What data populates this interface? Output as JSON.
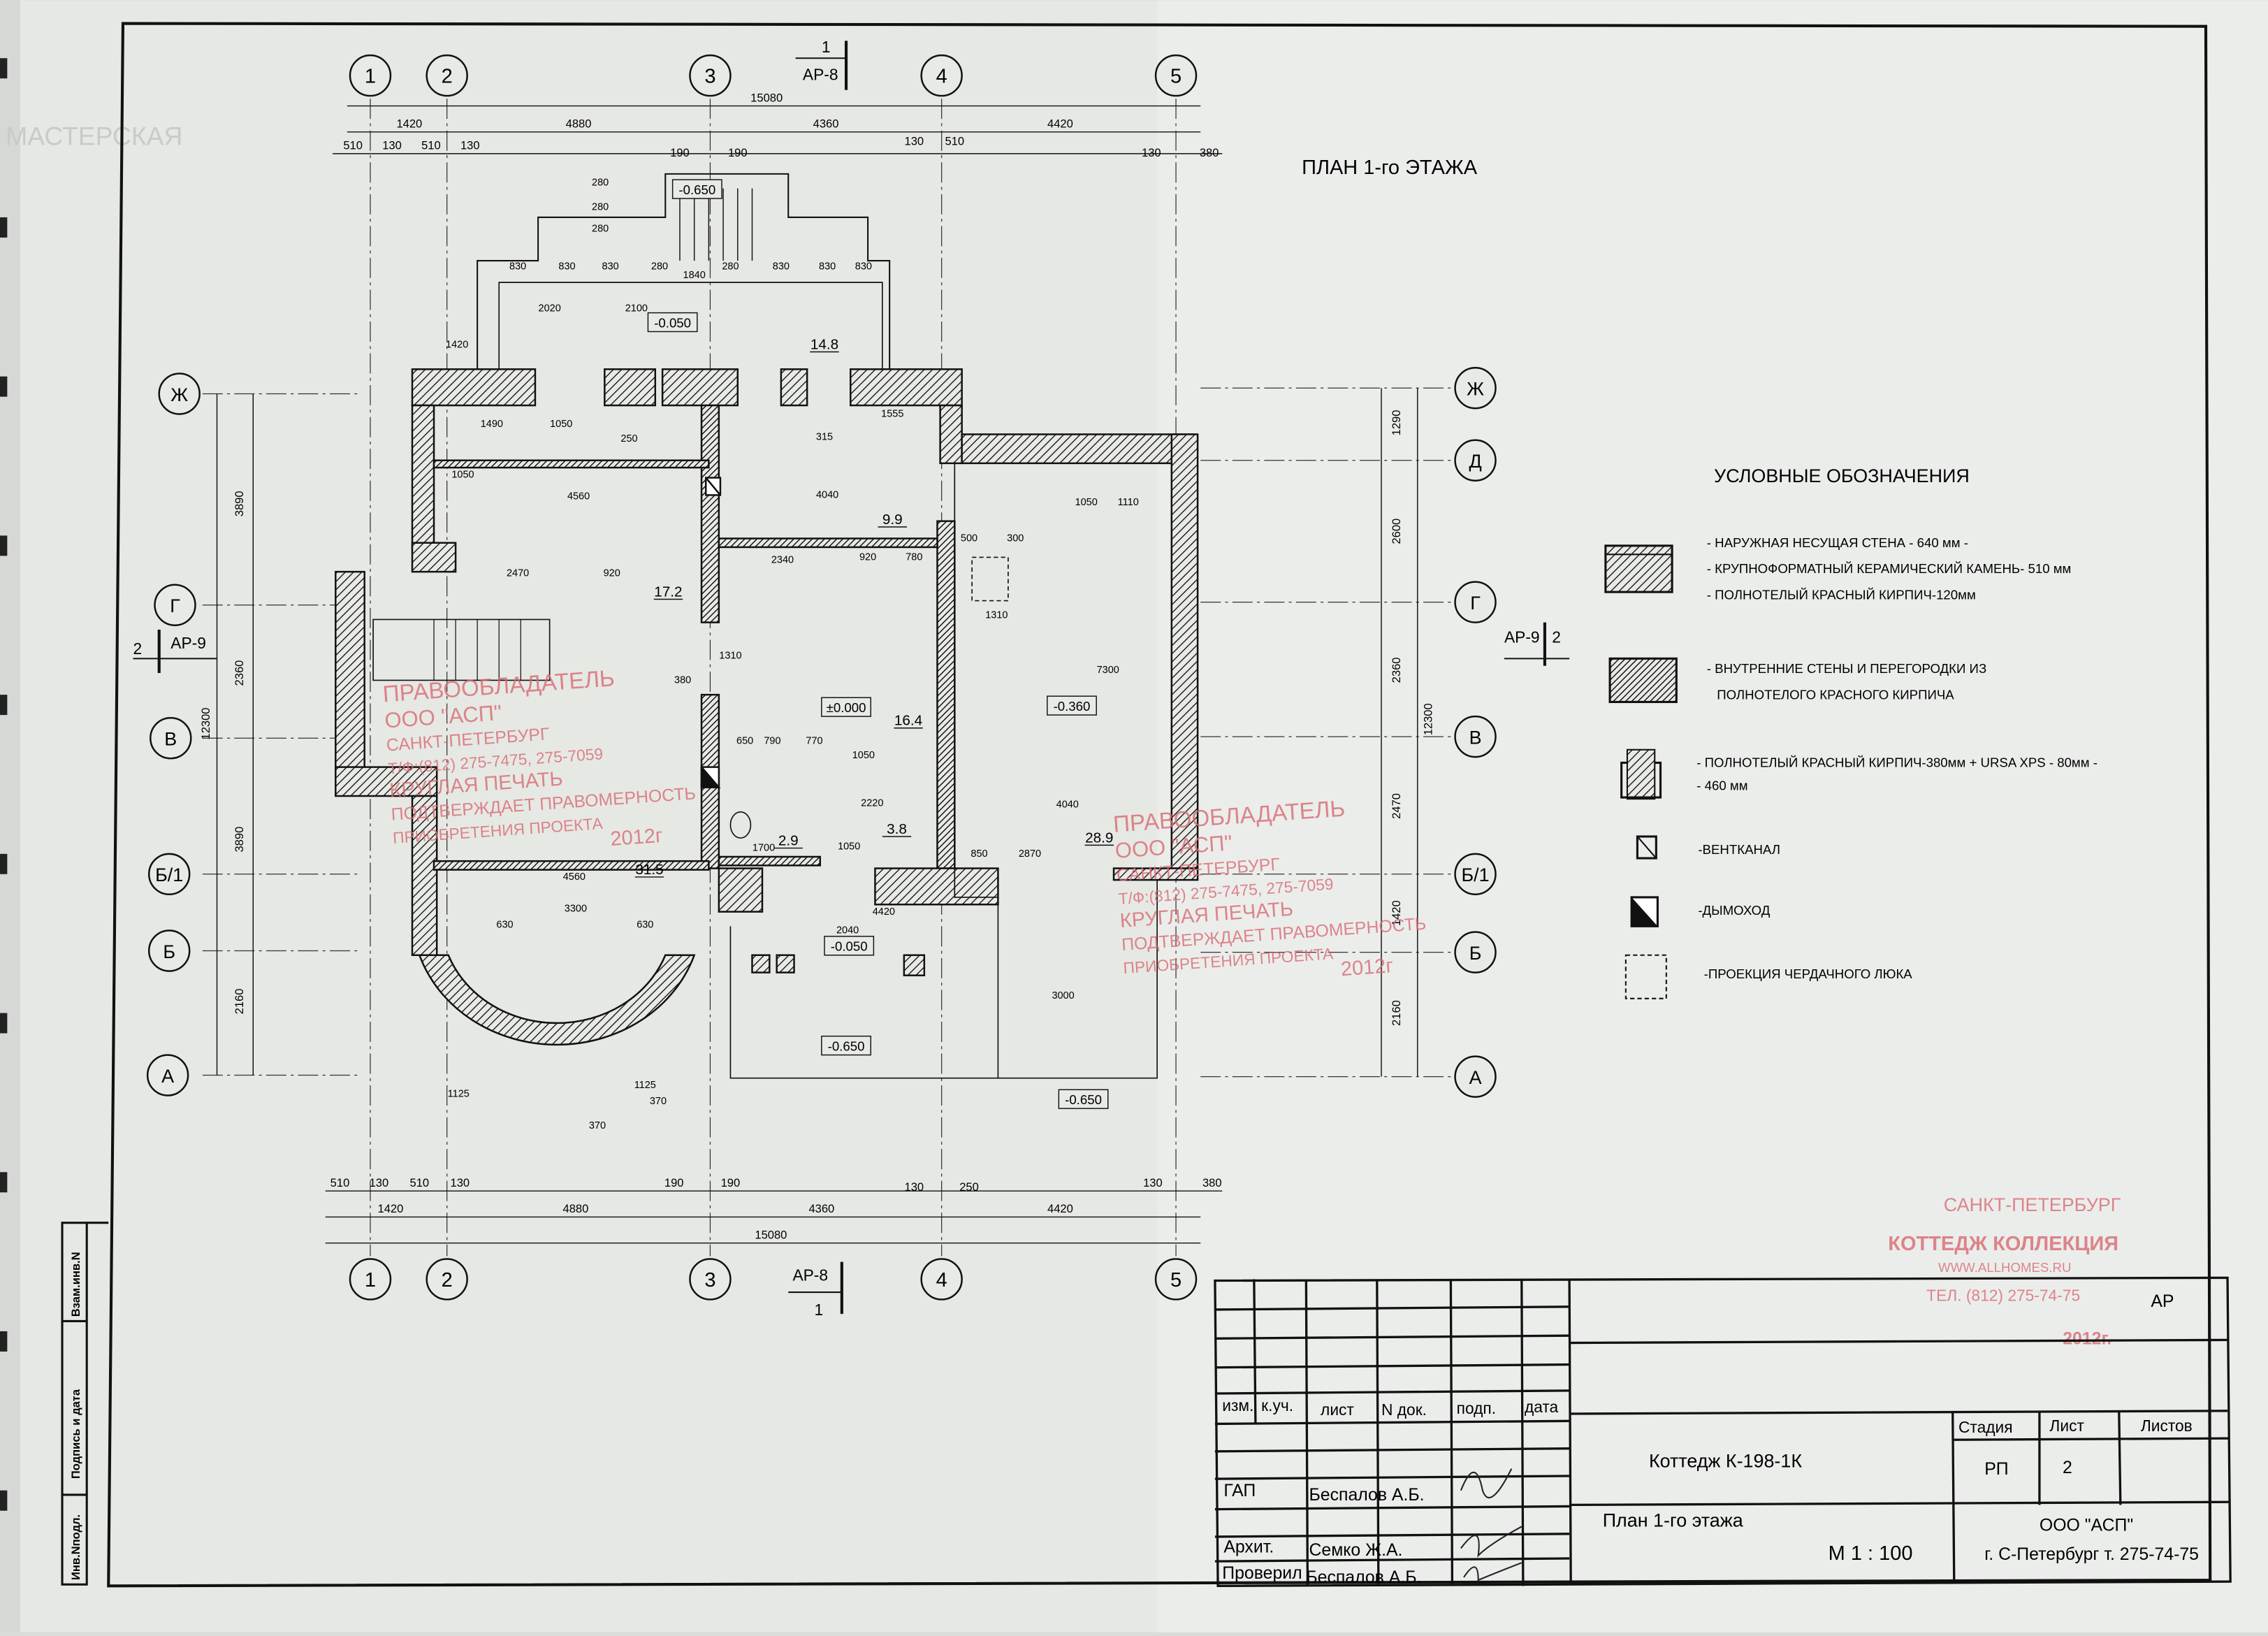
{
  "drawing_title": "ПЛАН 1-го ЭТАЖА",
  "watermark": "МАСТЕРСКАЯ",
  "axes": {
    "columns": [
      "1",
      "2",
      "3",
      "4",
      "5"
    ],
    "rows_left": [
      "Ж",
      "Г",
      "В",
      "Б/1",
      "Б",
      "А"
    ],
    "rows_right": [
      "Ж",
      "Д",
      "Г",
      "В",
      "Б/1",
      "Б",
      "А"
    ]
  },
  "section_marks": {
    "top": {
      "num": "1",
      "sheet": "АР-8"
    },
    "bottom": {
      "num": "1",
      "sheet": "АР-8"
    },
    "left": {
      "num": "2",
      "sheet": "АР-9"
    },
    "right": {
      "num": "2",
      "sheet": "АР-9"
    }
  },
  "dimensions": {
    "top": [
      "15080",
      "1420",
      "4880",
      "4360",
      "4420",
      "510",
      "130",
      "510",
      "130",
      "190",
      "190",
      "130",
      "510",
      "130",
      "380"
    ],
    "bottom": [
      "510",
      "130",
      "510",
      "130",
      "190",
      "190",
      "130",
      "250",
      "130",
      "380",
      "1420",
      "4880",
      "4360",
      "4420",
      "15080"
    ],
    "left": [
      "12300",
      "3890",
      "2360",
      "3890",
      "2160"
    ],
    "right": [
      "12300",
      "1290",
      "2600",
      "2360",
      "2470",
      "1420",
      "2160"
    ],
    "interior": [
      "280",
      "280",
      "280",
      "830",
      "830",
      "830",
      "280",
      "1840",
      "280",
      "830",
      "830",
      "830",
      "1420",
      "2020",
      "2100",
      "1050",
      "1490",
      "4560",
      "1050",
      "250",
      "920",
      "2470",
      "4040",
      "315",
      "1555",
      "2340",
      "920",
      "780",
      "1310",
      "380",
      "650",
      "790",
      "770",
      "1050",
      "2220",
      "1700",
      "1050",
      "4560",
      "3300",
      "630",
      "630",
      "2040",
      "4420",
      "1125",
      "1125",
      "370",
      "370",
      "3000",
      "7300",
      "4040",
      "2870",
      "850",
      "1050",
      "1110",
      "500",
      "300",
      "1310"
    ]
  },
  "rooms": [
    {
      "area": "17.2"
    },
    {
      "area": "14.8"
    },
    {
      "area": "9.9"
    },
    {
      "area": "16.4"
    },
    {
      "area": "31.5"
    },
    {
      "area": "2.9"
    },
    {
      "area": "3.8"
    },
    {
      "area": "28.9"
    }
  ],
  "levels": [
    "±0.000",
    "-0.360",
    "-0.050",
    "-0.650",
    "-0.050",
    "-0.650",
    "-0.650"
  ],
  "legend": {
    "title": "УСЛОВНЫЕ ОБОЗНАЧЕНИЯ",
    "items": [
      {
        "icon": "outer-wall-hatch",
        "lines": [
          "- НАРУЖНАЯ НЕСУЩАЯ СТЕНА - 640 мм -",
          "- КРУПНОФОРМАТНЫЙ КЕРАМИЧЕСКИЙ КАМЕНЬ- 510 мм",
          "- ПОЛНОТЕЛЫЙ КРАСНЫЙ КИРПИЧ-120мм"
        ]
      },
      {
        "icon": "inner-wall-hatch",
        "lines": [
          "- ВНУТРЕННИЕ СТЕНЫ И ПЕРЕГОРОДКИ ИЗ",
          "ПОЛНОТЕЛОГО КРАСНОГО КИРПИЧА"
        ]
      },
      {
        "icon": "brick-xps-wall",
        "lines": [
          "- ПОЛНОТЕЛЫЙ КРАСНЫЙ КИРПИЧ-380мм + URSA XPS - 80мм -",
          "- 460 мм"
        ]
      },
      {
        "icon": "vent-channel",
        "lines": [
          "-ВЕНТКАНАЛ"
        ]
      },
      {
        "icon": "chimney",
        "lines": [
          "-ДЫМОХОД"
        ]
      },
      {
        "icon": "attic-hatch",
        "lines": [
          "-ПРОЕКЦИЯ ЧЕРДАЧНОГО ЛЮКА"
        ]
      }
    ]
  },
  "stamp_rights": [
    "ПРАВООБЛАДАТЕЛЬ",
    "ООО \"АСП\"",
    "САНКТ-ПЕТЕРБУРГ",
    "Т/Ф:(812) 275-7475, 275-7059",
    "КРУГЛАЯ ПЕЧАТЬ",
    "ПОДТВЕРЖДАЕТ ПРАВОМЕРНОСТЬ",
    "ПРИОБРЕТЕНИЯ ПРОЕКТА",
    "2012г"
  ],
  "stamp_collection": [
    "САНКТ-ПЕТЕРБУРГ",
    "КОТТЕДЖ КОЛЛЕКЦИЯ",
    "WWW.ALLHOMES.RU",
    "ТЕЛ. (812)  275-74-75",
    "2012г."
  ],
  "side_stamp": [
    "Взам.инв.N",
    "Подпись и дата",
    "Инв.Nподл."
  ],
  "title_block": {
    "code": "АР",
    "headers": [
      "изм.",
      "к.уч.",
      "лист",
      "N док.",
      "подп.",
      "дата"
    ],
    "roles": [
      {
        "role": "ГАП",
        "name": "Беспалов А.Б."
      },
      {
        "role": "Архит.",
        "name": "Семко Ж.А."
      },
      {
        "role": "Проверил",
        "name": "Беспалов А.Б."
      }
    ],
    "project": "Коттедж К-198-1К",
    "sheet_name": "План 1-го этажа",
    "scale": "М 1 : 100",
    "stage_label": "Стадия",
    "sheet_label": "Лист",
    "sheets_label": "Листов",
    "stage": "РП",
    "sheet": "2",
    "company": "ООО \"АСП\"",
    "company_address": "г. С-Петербург  т. 275-74-75"
  }
}
